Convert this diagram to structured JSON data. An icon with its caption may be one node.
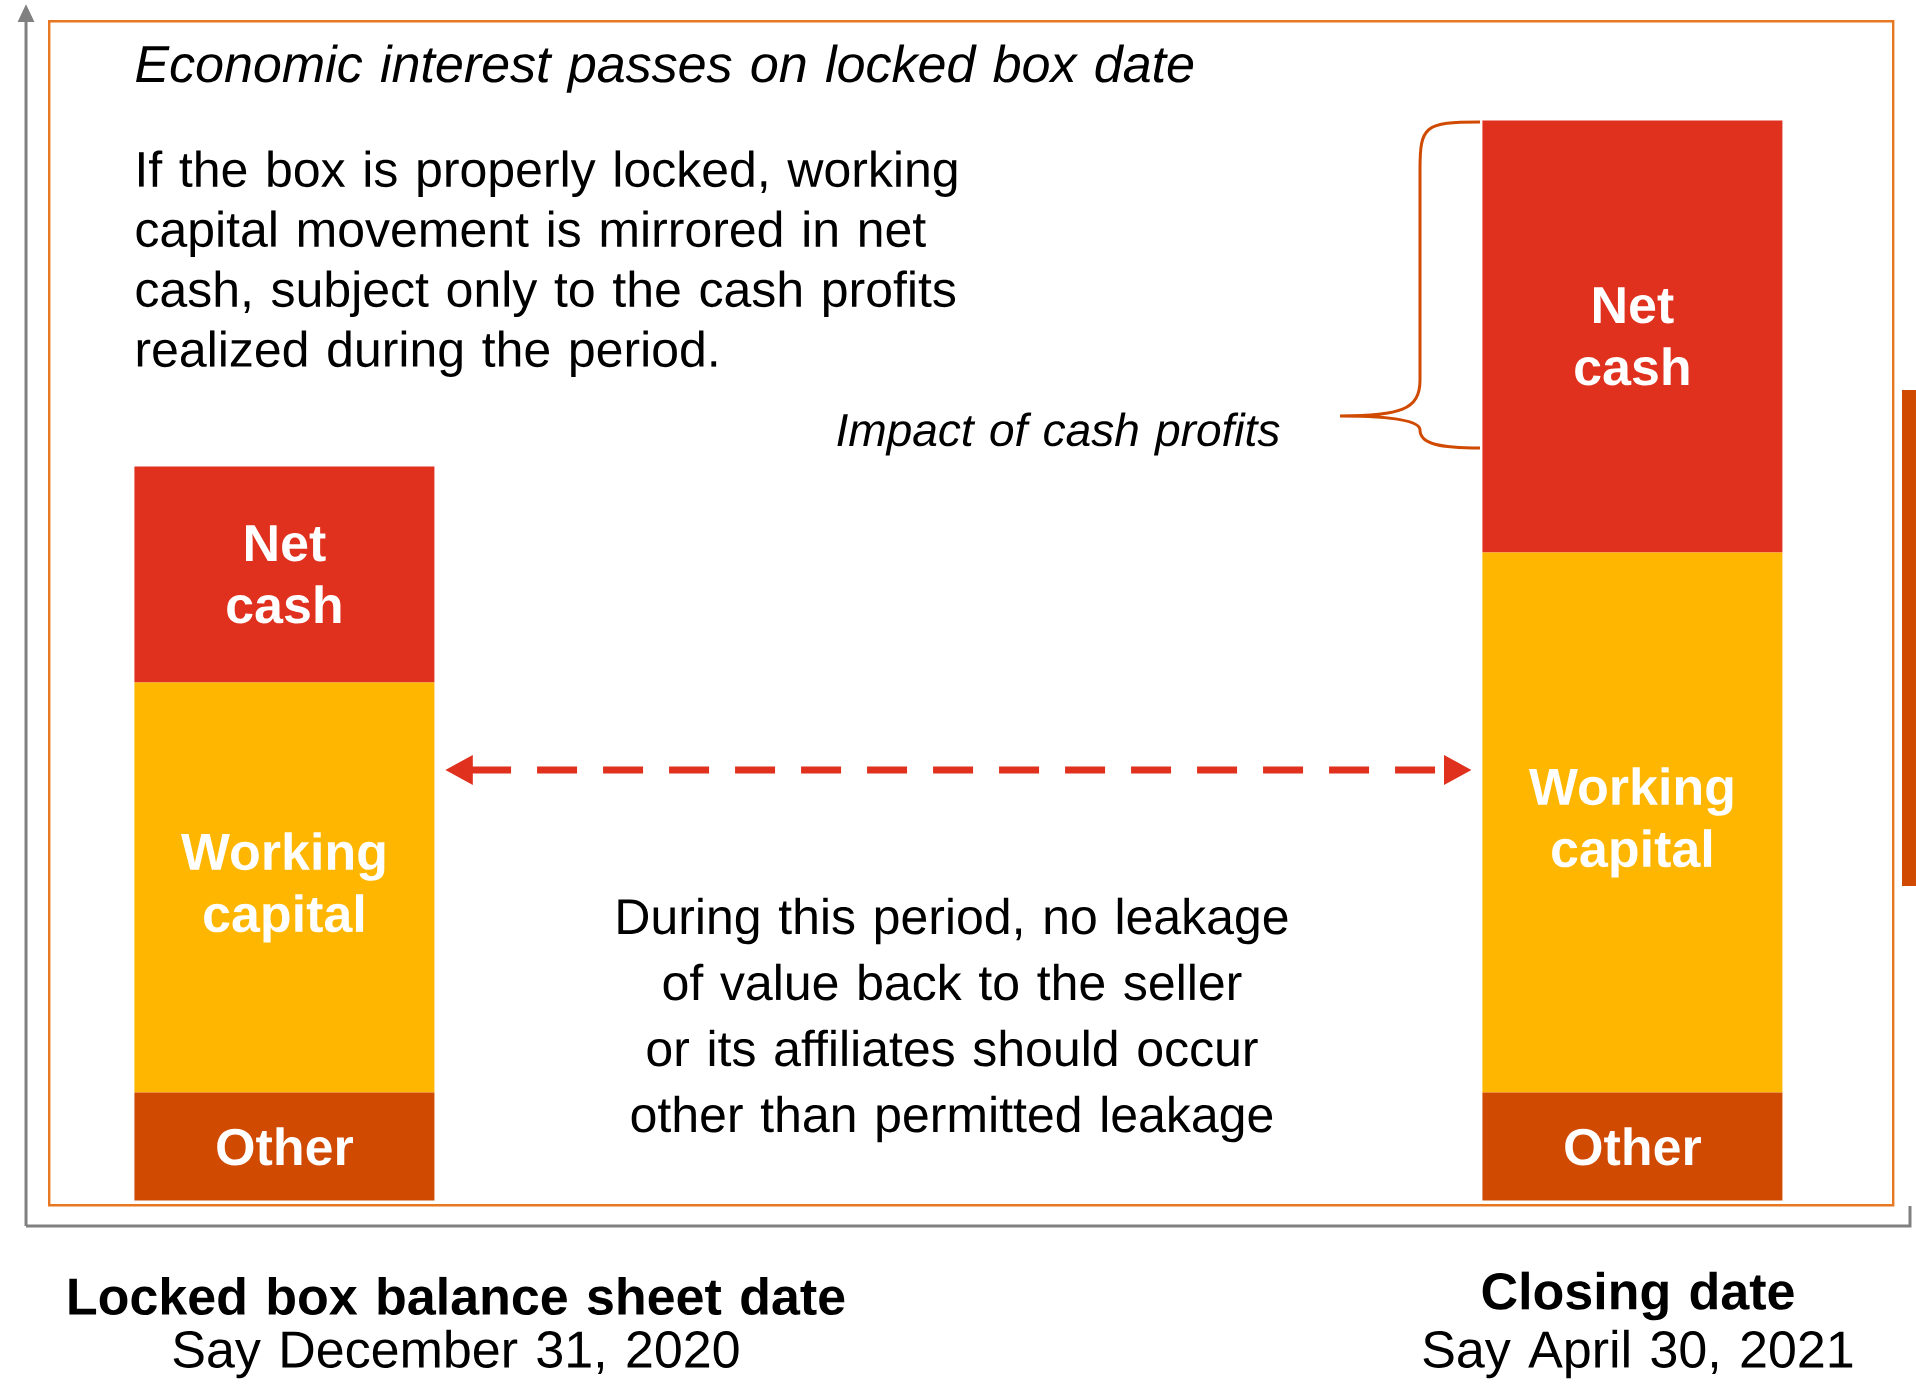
{
  "diagram": {
    "nodes": [
      {
        "text": [
          "Economic interest passes on locked box date",
          "If the box is properly locked, working capital movement is mirrored in net cash, subject only to the cash profits realized during the period."
        ]
      },
      {
        "text": [
          "Net cash"
        ],
        "in": 0
      },
      {
        "text": [
          "Working capital"
        ],
        "in": 0
      },
      {
        "text": [
          "Other"
        ],
        "in": 0
      },
      {
        "text": [
          "Net cash"
        ],
        "in": 0
      },
      {
        "text": [
          "Working capital"
        ],
        "in": 0
      },
      {
        "text": [
          "Other"
        ],
        "in": 0
      }
    ],
    "edges": [
      {
        "from": 2,
        "to": 5,
        "arrow": "both",
        "style": "dashed",
        "color": "#e0301e"
      }
    ],
    "labels": [
      "Impact of cash profits",
      "During this period, no leakage of value back to the seller or its affiliates should occur other than permitted leakage",
      "Locked box balance sheet date",
      "Say December 31, 2020",
      "Closing date",
      "Say April 30, 2021"
    ]
  }
}
